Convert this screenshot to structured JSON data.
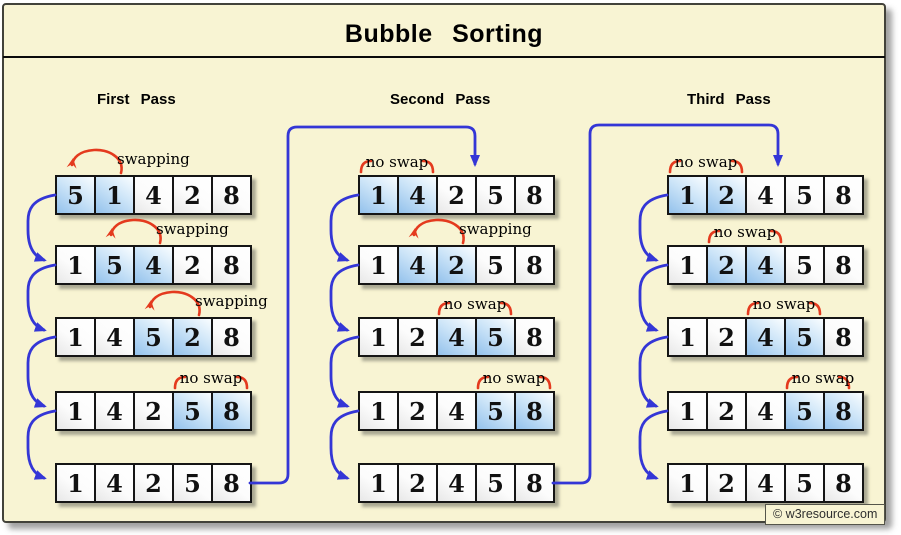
{
  "title": "Bubble Sorting",
  "watermark": "© w3resource.com",
  "colors": {
    "panel_background": "#f8f4d3",
    "flow_arrow_blue": "#3436d6",
    "action_arrow_red": "#e43a1e",
    "cell_highlight_blue": "#94c2ec",
    "cell_background": "#ffffff",
    "text": "#000000"
  },
  "passes": [
    {
      "label": "First Pass",
      "rows": [
        {
          "cells": [
            "5",
            "1",
            "4",
            "2",
            "8"
          ],
          "highlight": [
            0,
            1
          ],
          "action": "swapping"
        },
        {
          "cells": [
            "1",
            "5",
            "4",
            "2",
            "8"
          ],
          "highlight": [
            1,
            2
          ],
          "action": "swapping"
        },
        {
          "cells": [
            "1",
            "4",
            "5",
            "2",
            "8"
          ],
          "highlight": [
            2,
            3
          ],
          "action": "swapping"
        },
        {
          "cells": [
            "1",
            "4",
            "2",
            "5",
            "8"
          ],
          "highlight": [
            3,
            4
          ],
          "action": "no swap"
        },
        {
          "cells": [
            "1",
            "4",
            "2",
            "5",
            "8"
          ],
          "highlight": [],
          "action": null
        }
      ]
    },
    {
      "label": "Second Pass",
      "rows": [
        {
          "cells": [
            "1",
            "4",
            "2",
            "5",
            "8"
          ],
          "highlight": [
            0,
            1
          ],
          "action": "no swap"
        },
        {
          "cells": [
            "1",
            "4",
            "2",
            "5",
            "8"
          ],
          "highlight": [
            1,
            2
          ],
          "action": "swapping"
        },
        {
          "cells": [
            "1",
            "2",
            "4",
            "5",
            "8"
          ],
          "highlight": [
            2,
            3
          ],
          "action": "no swap"
        },
        {
          "cells": [
            "1",
            "2",
            "4",
            "5",
            "8"
          ],
          "highlight": [
            3,
            4
          ],
          "action": "no swap"
        },
        {
          "cells": [
            "1",
            "2",
            "4",
            "5",
            "8"
          ],
          "highlight": [],
          "action": null
        }
      ]
    },
    {
      "label": "Third Pass",
      "rows": [
        {
          "cells": [
            "1",
            "2",
            "4",
            "5",
            "8"
          ],
          "highlight": [
            0,
            1
          ],
          "action": "no swap"
        },
        {
          "cells": [
            "1",
            "2",
            "4",
            "5",
            "8"
          ],
          "highlight": [
            1,
            2
          ],
          "action": "no swap"
        },
        {
          "cells": [
            "1",
            "2",
            "4",
            "5",
            "8"
          ],
          "highlight": [
            2,
            3
          ],
          "action": "no swap"
        },
        {
          "cells": [
            "1",
            "2",
            "4",
            "5",
            "8"
          ],
          "highlight": [
            3,
            4
          ],
          "action": "no swap"
        },
        {
          "cells": [
            "1",
            "2",
            "4",
            "5",
            "8"
          ],
          "highlight": [],
          "action": null
        }
      ]
    }
  ]
}
